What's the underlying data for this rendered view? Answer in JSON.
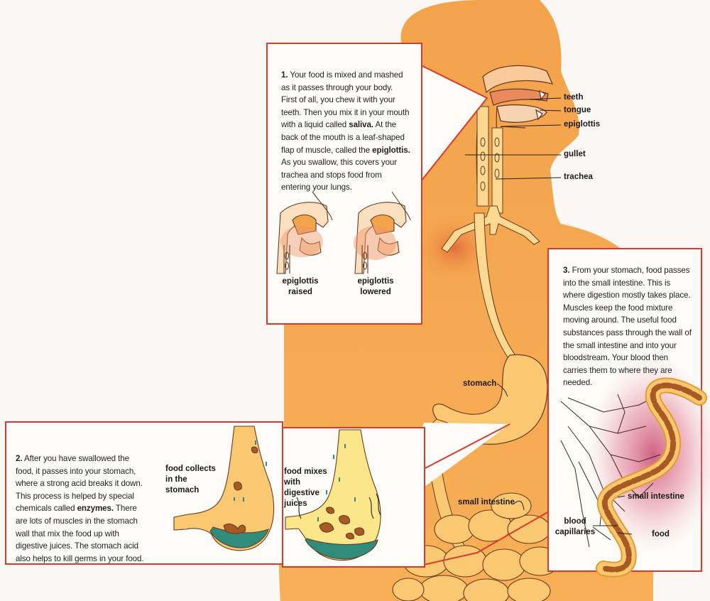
{
  "colors": {
    "body": "#f6a84a",
    "body_light": "#fbc872",
    "border_red": "#d93a2c",
    "pink_glow": "#c8456e",
    "text": "#231f1d",
    "food_brown": "#a85a23",
    "juice_teal": "#2f8c7b"
  },
  "step1": {
    "num": "1.",
    "t1": "Your food is mixed and mashed as it passes through your body. First of all, you chew it with your teeth. Then you mix it in your mouth with a liquid called ",
    "k1": "saliva.",
    "t2": " At the back of the mouth is a leaf-shaped flap of muscle, called the ",
    "k2": "epiglottis.",
    "t3": " As you swallow, this covers your trachea and stops food from entering your lungs.",
    "cap_raised_1": "epiglottis",
    "cap_raised_2": "raised",
    "cap_lowered_1": "epiglottis",
    "cap_lowered_2": "lowered"
  },
  "step2": {
    "num": "2.",
    "t1": "After you have swallowed the food, it passes into your stomach, where a strong acid breaks it down. This process is helped by special chemicals called ",
    "k1": "enzymes.",
    "t2": " There are lots of muscles in the stomach wall that mix the food up with digestive juices. The stomach acid also helps to kill germs in your food.",
    "collects": "food collects in the stomach",
    "mixes": "food mixes with digestive juices"
  },
  "step3": {
    "num": "3.",
    "text": "From your stomach, food passes into the small intestine. This is where digestion mostly takes place. Muscles keep the food mixture moving around. The useful food substances pass through the wall of the small intestine and into your bloodstream. Your blood then carries them to where they are needed.",
    "small_intestine": "small intestine",
    "blood_1": "blood",
    "blood_2": "capillaries",
    "food": "food"
  },
  "body_labels": {
    "teeth": "teeth",
    "tongue": "tongue",
    "epiglottis": "epiglottis",
    "gullet": "gullet",
    "trachea": "trachea",
    "stomach": "stomach",
    "small_intestine": "small intestine"
  }
}
